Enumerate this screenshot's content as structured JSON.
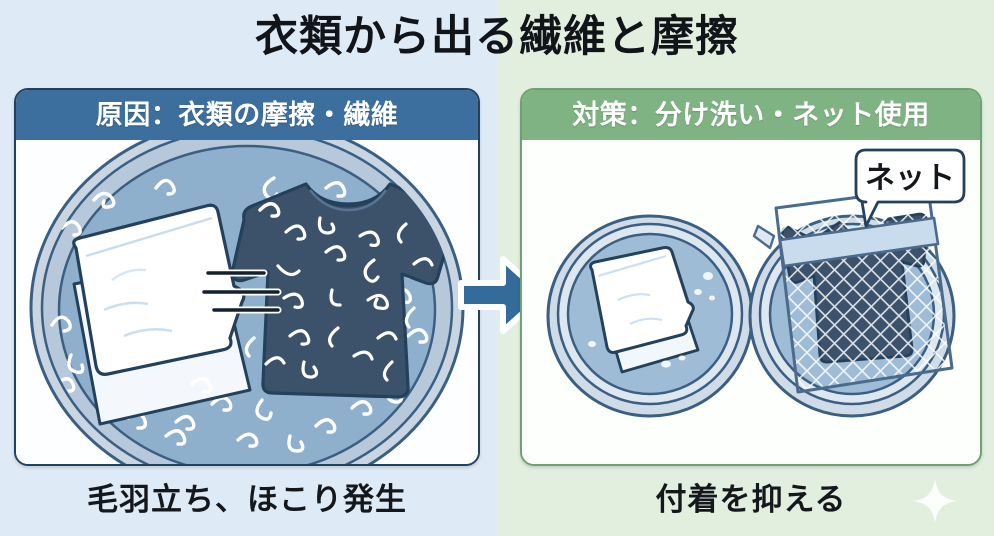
{
  "title": "衣類から出る繊維と摩擦",
  "colors": {
    "bg_left": "#deeaf6",
    "bg_right": "#e2efdf",
    "header_left": "#3c6f9e",
    "header_right": "#80b384",
    "arrow": "#336b9a",
    "navy_shirt": "#3c526b",
    "basin_rim": "#c2cfdc",
    "basin_water": "#8fb0cd",
    "outline": "#24415c",
    "text": "#14181c"
  },
  "left_panel": {
    "header": "原因：衣類の摩擦・繊維",
    "caption": "毛羽立ち、ほこり発生",
    "illustration": {
      "name": "basin-with-towel-and-shirt",
      "items": [
        "washing-basin",
        "white-towel",
        "navy-tshirt",
        "friction-lines",
        "lint-fibers"
      ]
    }
  },
  "right_panel": {
    "header": "対策：分け洗い・ネット使用",
    "caption": "付着を抑える",
    "callout": "ネット",
    "illustration": {
      "name": "two-basins-separate-wash",
      "items": [
        "basin-with-towel",
        "basin-with-shirt-in-mesh-net",
        "mesh-laundry-net"
      ]
    }
  },
  "arrow": {
    "name": "right-arrow",
    "direction": "right"
  },
  "decoration": {
    "name": "sparkle",
    "shape": "four-point-star"
  }
}
